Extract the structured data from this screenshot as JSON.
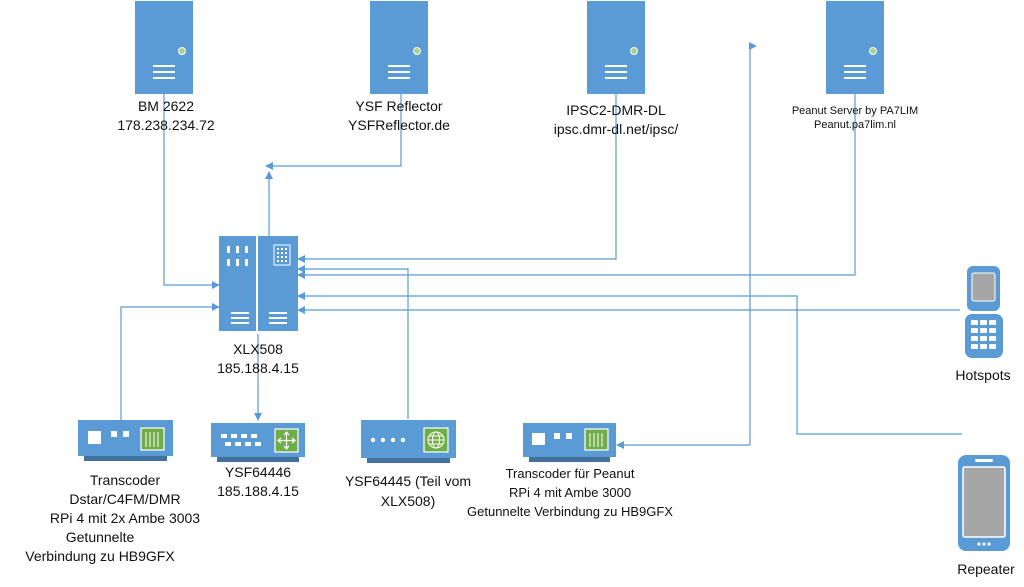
{
  "servers": {
    "bm": {
      "name": "BM 2622",
      "address": "178.238.234.72"
    },
    "ysf": {
      "name": "YSF Reflector",
      "address": "YSFReflector.de"
    },
    "ipsc": {
      "name": "IPSC2-DMR-DL",
      "address": "ipsc.dmr-dl.net/ipsc/"
    },
    "peanut": {
      "name": "Peanut Server by PA7LIM",
      "address": "Peanut.pa7lim.nl"
    }
  },
  "xlx": {
    "name": "XLX508",
    "address": "185.188.4.15"
  },
  "transcoder": {
    "lines": [
      "Transcoder",
      "Dstar/C4FM/DMR",
      "RPi 4 mit 2x Ambe 3003",
      "Getunnelte",
      "Verbindung zu HB9GFX"
    ]
  },
  "ysf64446": {
    "name": "YSF64446",
    "address": "185.188.4.15"
  },
  "ysf64445": {
    "lines": [
      "YSF64445 (Teil vom",
      "XLX508)"
    ]
  },
  "transcoder_peanut": {
    "lines": [
      "Transcoder für Peanut",
      "RPi 4 mit Ambe 3000",
      "Getunnelte Verbindung zu HB9GFX"
    ]
  },
  "hotspots": {
    "label": "Hotspots"
  },
  "repeater": {
    "label": "Repeater"
  },
  "colors": {
    "device_blue": "#5b9bd5",
    "device_dark": "#41719c",
    "wire": "#5b9bd5",
    "screen_grey": "#a6a6a6",
    "led_green": "#70ad47"
  }
}
